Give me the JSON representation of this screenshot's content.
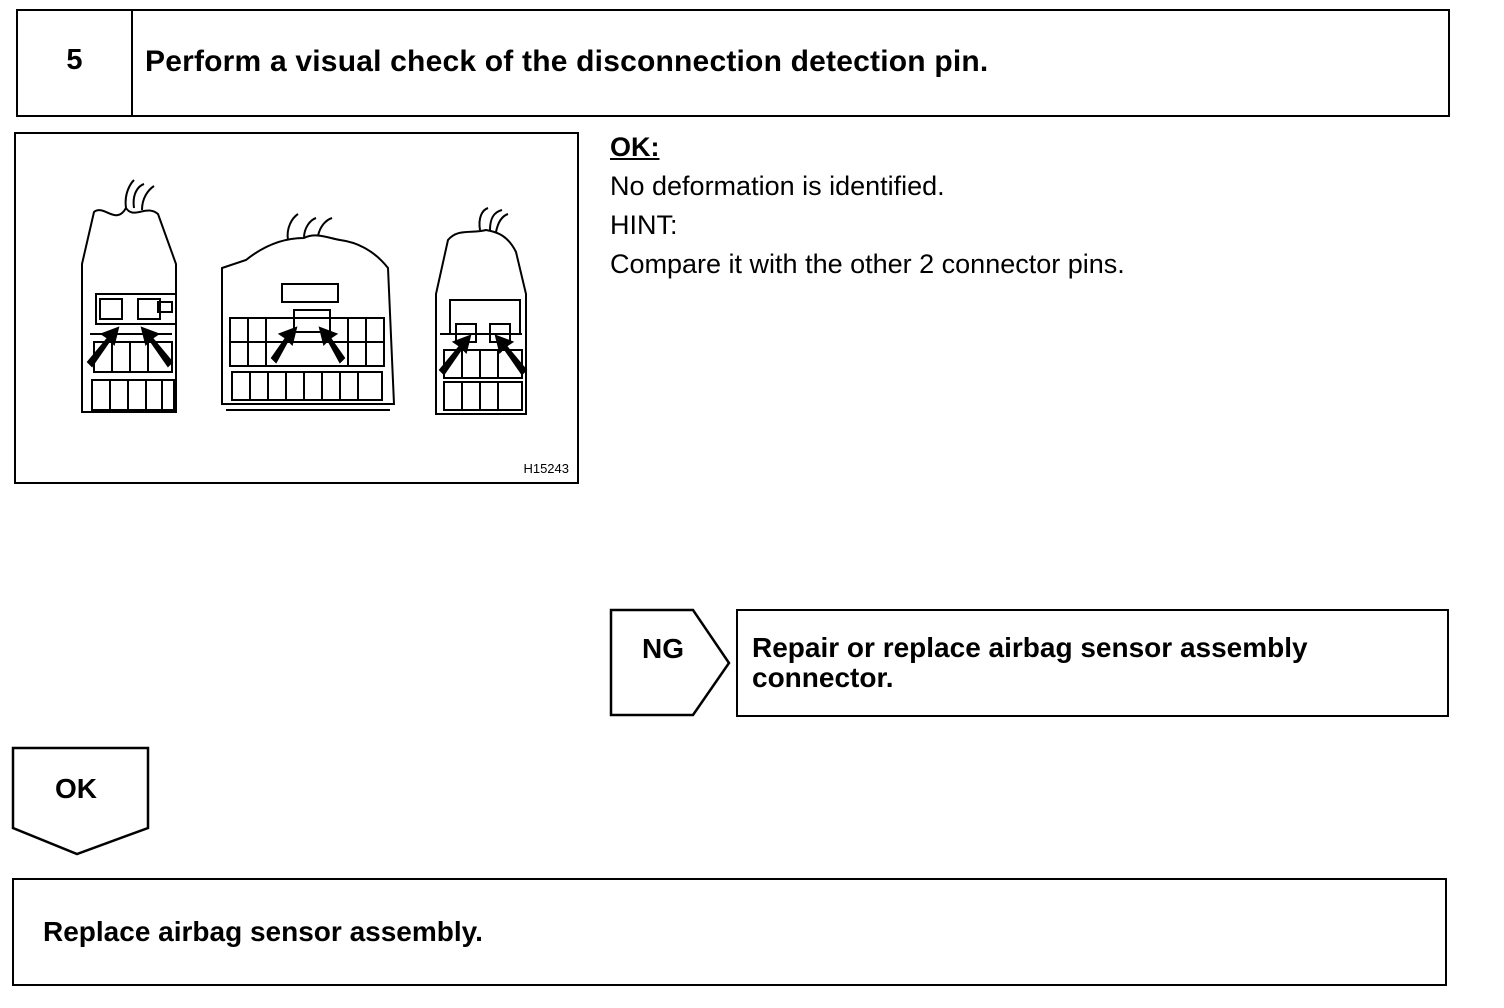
{
  "step": {
    "number": "5",
    "title": "Perform a visual check of the disconnection detection pin."
  },
  "figure": {
    "code": "H15243"
  },
  "result": {
    "ok_label": "OK:",
    "ok_text": "No deformation is identified.",
    "hint_label": "HINT:",
    "hint_text": "Compare it with the other 2 connector pins."
  },
  "ng_branch": {
    "label": "NG",
    "action": "Repair or replace airbag sensor assembly connector."
  },
  "ok_branch": {
    "label": "OK"
  },
  "final_action": {
    "text": "Replace airbag sensor assembly."
  },
  "icons": [
    "connector-diagram-icon",
    "arrow-icon"
  ]
}
